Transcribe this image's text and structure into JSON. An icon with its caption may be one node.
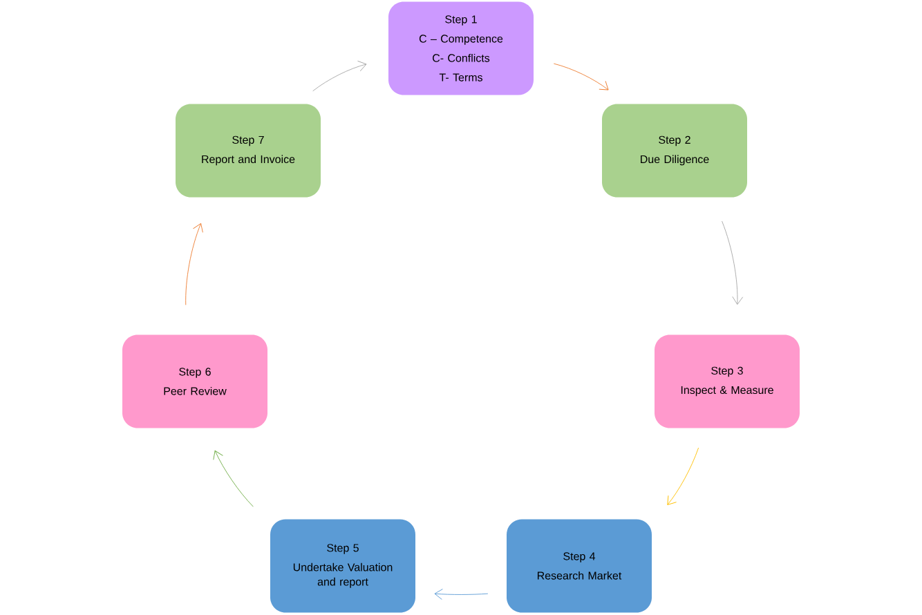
{
  "diagram": {
    "nodes": [
      {
        "text": [
          "Step 1",
          "C – Competence",
          "C- Conflicts",
          "T- Terms"
        ]
      },
      {
        "text": [
          "Step 2",
          "Due Diligence"
        ]
      },
      {
        "text": [
          "Step 3",
          "Inspect & Measure"
        ]
      },
      {
        "text": [
          "Step 4",
          "Research Market"
        ]
      },
      {
        "text": [
          "Step 5",
          "Undertake Valuation and report"
        ]
      },
      {
        "text": [
          "Step 6",
          "Peer Review"
        ]
      },
      {
        "text": [
          "Step 7",
          "Report and Invoice"
        ]
      }
    ],
    "edges": [
      {
        "from": 0,
        "to": 1,
        "arrow": "to",
        "color": "#ed7d31"
      },
      {
        "from": 1,
        "to": 2,
        "arrow": "to",
        "color": "#a6a6a6"
      },
      {
        "from": 2,
        "to": 3,
        "arrow": "to",
        "color": "#ffc000"
      },
      {
        "from": 3,
        "to": 4,
        "arrow": "to",
        "color": "#5b9bd5"
      },
      {
        "from": 4,
        "to": 5,
        "arrow": "to",
        "color": "#70ad47"
      },
      {
        "from": 5,
        "to": 6,
        "arrow": "to",
        "color": "#ed7d31"
      },
      {
        "from": 6,
        "to": 0,
        "arrow": "to",
        "color": "#a6a6a6"
      }
    ]
  }
}
